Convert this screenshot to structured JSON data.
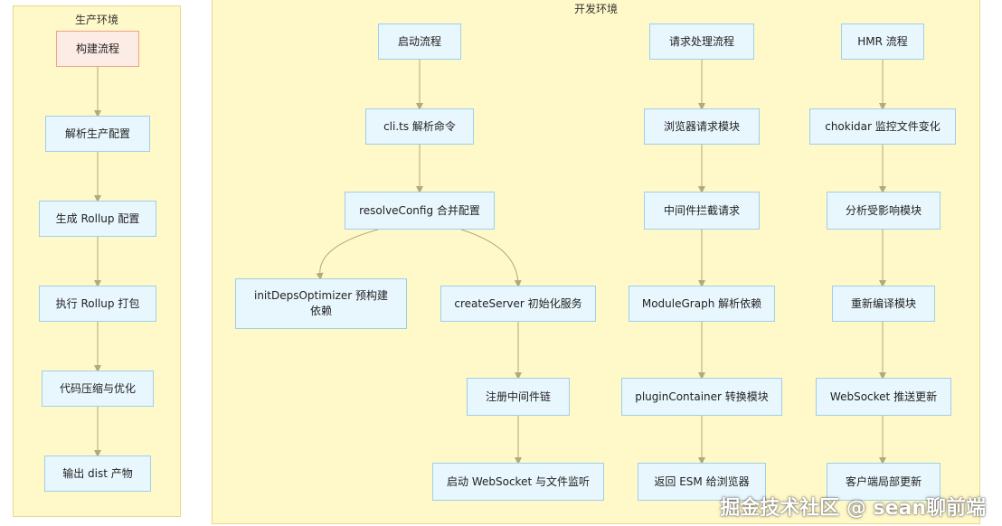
{
  "panels": {
    "production": "生产环境",
    "development": "开发环境"
  },
  "production_flow": [
    "构建流程",
    "解析生产配置",
    "生成 Rollup 配置",
    "执行 Rollup 打包",
    "代码压缩与优化",
    "输出 dist 产物"
  ],
  "startup_flow": {
    "start": "启动流程",
    "cli": "cli.ts 解析命令",
    "resolve": "resolveConfig 合并配置",
    "optimizer": "initDepsOptimizer 预构建依赖",
    "server": "createServer 初始化服务",
    "middleware": "注册中间件链",
    "websocket": "启动 WebSocket 与文件监听"
  },
  "request_flow": [
    "请求处理流程",
    "浏览器请求模块",
    "中间件拦截请求",
    "ModuleGraph 解析依赖",
    "pluginContainer 转换模块",
    "返回 ESM 给浏览器"
  ],
  "hmr_flow": [
    "HMR 流程",
    "chokidar 监控文件变化",
    "分析受影响模块",
    "重新编译模块",
    "WebSocket 推送更新",
    "客户端局部更新"
  ],
  "watermark": "掘金技术社区 @ sean聊前端",
  "colors": {
    "panel_bg": "#fff8c8",
    "node_bg": "#e8f6fd",
    "node_border": "#9fd0e8",
    "highlight_bg": "#fdece6",
    "edge": "#b3a97a"
  }
}
